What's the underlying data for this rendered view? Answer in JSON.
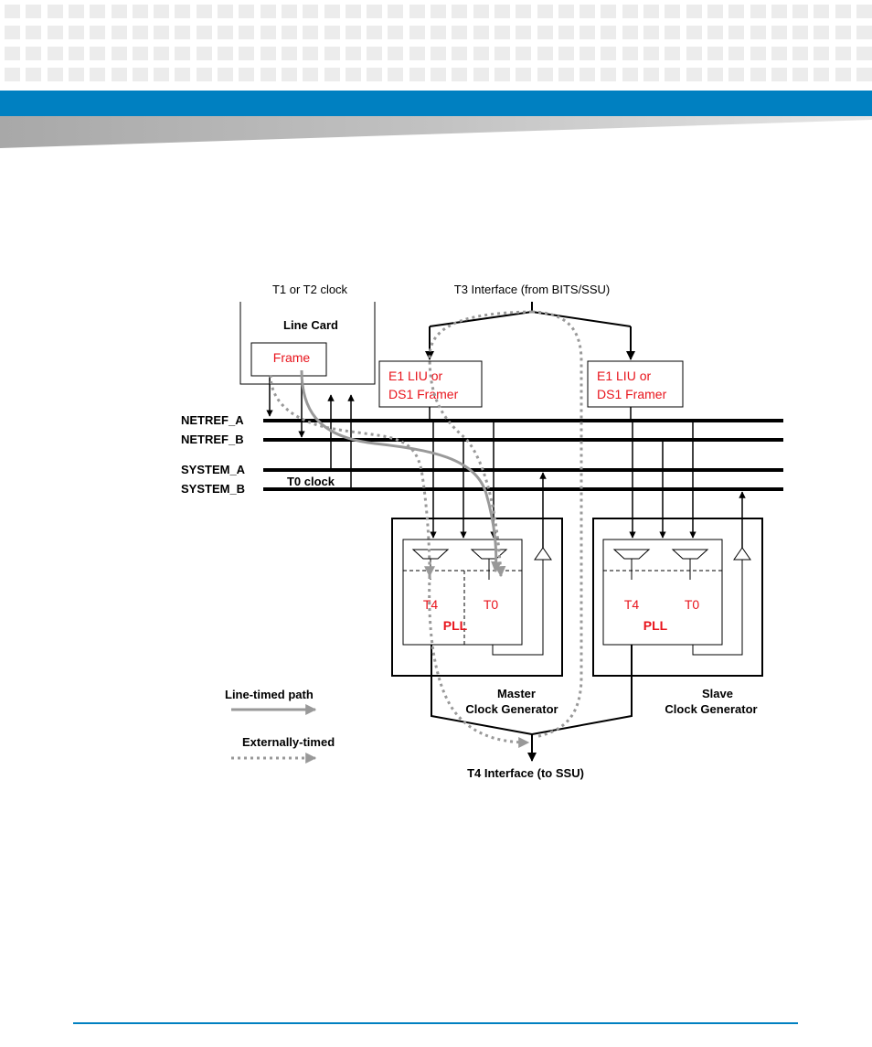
{
  "header": {
    "brand_blue": "#0080c1",
    "band_grey": "#b3b3b3"
  },
  "diagram": {
    "line_card": {
      "clock_label": "T1 or T2 clock",
      "title": "Line Card",
      "frame_label": "Frame"
    },
    "t3_label": "T3 Interface (from BITS/SSU)",
    "t4_label": "T4 Interface (to SSU)",
    "t0_clock_label": "T0 clock",
    "buses": [
      "NETREF_A",
      "NETREF_B",
      "SYSTEM_A",
      "SYSTEM_B"
    ],
    "liu_left": {
      "line1": "E1 LIU or",
      "line2": "DS1 Framer"
    },
    "liu_right": {
      "line1": "E1 LIU or",
      "line2": "DS1 Framer"
    },
    "master": {
      "t4": "T4",
      "t0": "T0",
      "pll": "PLL",
      "caption1": "Master",
      "caption2": "Clock Generator"
    },
    "slave": {
      "t4": "T4",
      "t0": "T0",
      "pll": "PLL",
      "caption1": "Slave",
      "caption2": "Clock Generator"
    },
    "legend": {
      "line_timed": "Line-timed path",
      "externally_timed": "Externally-timed"
    },
    "colors": {
      "red_text": "#e8141c",
      "path_grey": "#999999",
      "line": "#000000"
    }
  }
}
